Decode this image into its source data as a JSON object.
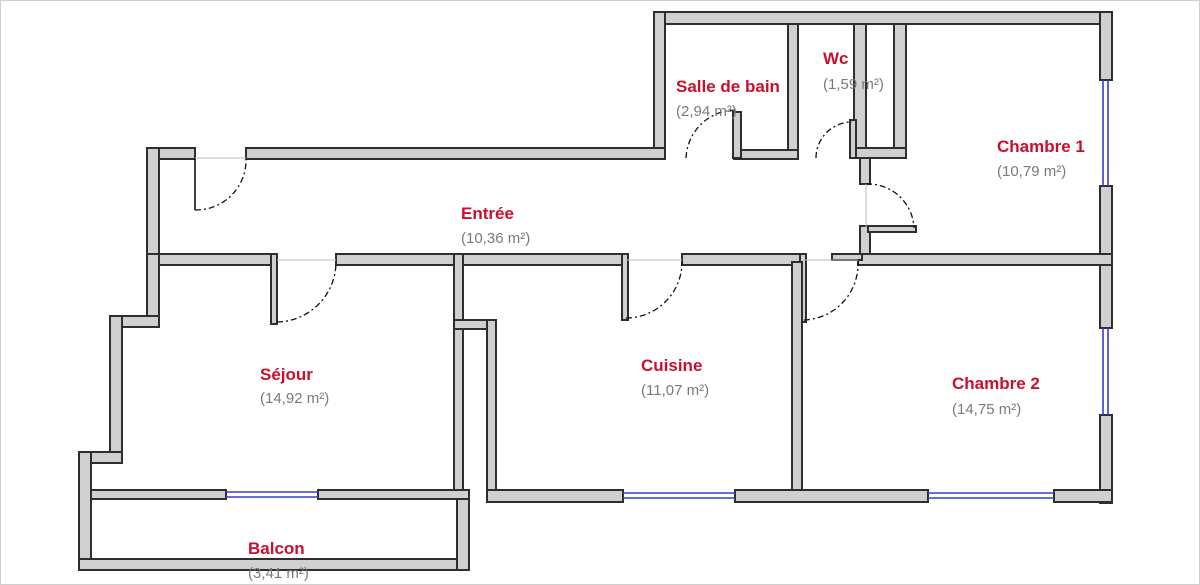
{
  "rooms": [
    {
      "id": "salle-de-bain",
      "name": "Salle de bain",
      "area": "(2,94 m²)"
    },
    {
      "id": "wc",
      "name": "Wc",
      "area": "(1,59 m²)"
    },
    {
      "id": "chambre-1",
      "name": "Chambre 1",
      "area": "(10,79 m²)"
    },
    {
      "id": "entree",
      "name": "Entrée",
      "area": "(10,36 m²)"
    },
    {
      "id": "sejour",
      "name": "Séjour",
      "area": "(14,92 m²)"
    },
    {
      "id": "cuisine",
      "name": "Cuisine",
      "area": "(11,07 m²)"
    },
    {
      "id": "chambre-2",
      "name": "Chambre 2",
      "area": "(14,75 m²)"
    },
    {
      "id": "balcon",
      "name": "Balcon",
      "area": "(3,41 m²)"
    }
  ]
}
